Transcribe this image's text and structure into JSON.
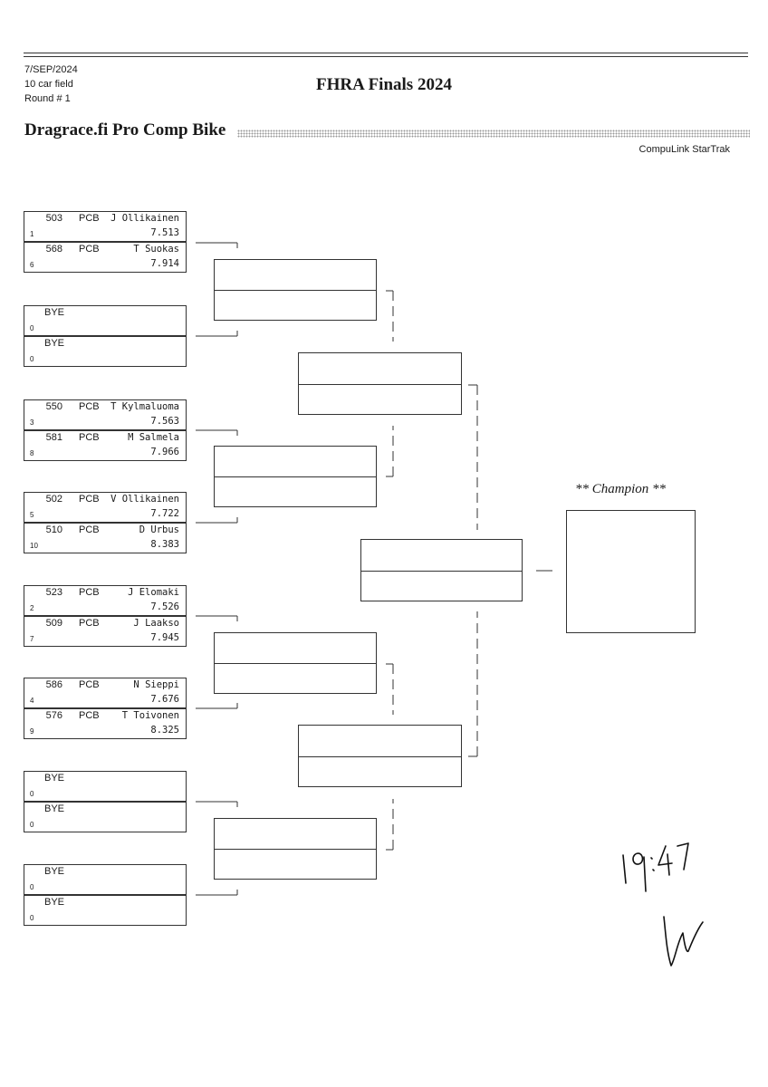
{
  "header": {
    "date": "7/SEP/2024",
    "field": "10 car field",
    "round": "Round # 1",
    "event_title": "FHRA Finals 2024",
    "class_title": "Dragrace.fi Pro Comp Bike",
    "software": "CompuLink StarTrak"
  },
  "pairs": [
    {
      "top": {
        "car": "503",
        "class": "PCB",
        "driver": "J Ollikainen",
        "et": "7.513",
        "seed": "1"
      },
      "bottom": {
        "car": "568",
        "class": "PCB",
        "driver": "T Suokas",
        "et": "7.914",
        "seed": "6"
      }
    },
    {
      "top": {
        "bye": "BYE",
        "seed": "0"
      },
      "bottom": {
        "bye": "BYE",
        "seed": "0"
      }
    },
    {
      "top": {
        "car": "550",
        "class": "PCB",
        "driver": "T Kylmaluoma",
        "et": "7.563",
        "seed": "3"
      },
      "bottom": {
        "car": "581",
        "class": "PCB",
        "driver": "M Salmela",
        "et": "7.966",
        "seed": "8"
      }
    },
    {
      "top": {
        "car": "502",
        "class": "PCB",
        "driver": "V Ollikainen",
        "et": "7.722",
        "seed": "5"
      },
      "bottom": {
        "car": "510",
        "class": "PCB",
        "driver": "D Urbus",
        "et": "8.383",
        "seed": "10"
      }
    },
    {
      "top": {
        "car": "523",
        "class": "PCB",
        "driver": "J Elomaki",
        "et": "7.526",
        "seed": "2"
      },
      "bottom": {
        "car": "509",
        "class": "PCB",
        "driver": "J Laakso",
        "et": "7.945",
        "seed": "7"
      }
    },
    {
      "top": {
        "car": "586",
        "class": "PCB",
        "driver": "N Sieppi",
        "et": "7.676",
        "seed": "4"
      },
      "bottom": {
        "car": "576",
        "class": "PCB",
        "driver": "T Toivonen",
        "et": "8.325",
        "seed": "9"
      }
    },
    {
      "top": {
        "bye": "BYE",
        "seed": "0"
      },
      "bottom": {
        "bye": "BYE",
        "seed": "0"
      }
    },
    {
      "top": {
        "bye": "BYE",
        "seed": "0"
      },
      "bottom": {
        "bye": "BYE",
        "seed": "0"
      }
    }
  ],
  "champion_label": "** Champion **",
  "handwritten": {
    "time": "19:47",
    "initials": "W"
  }
}
